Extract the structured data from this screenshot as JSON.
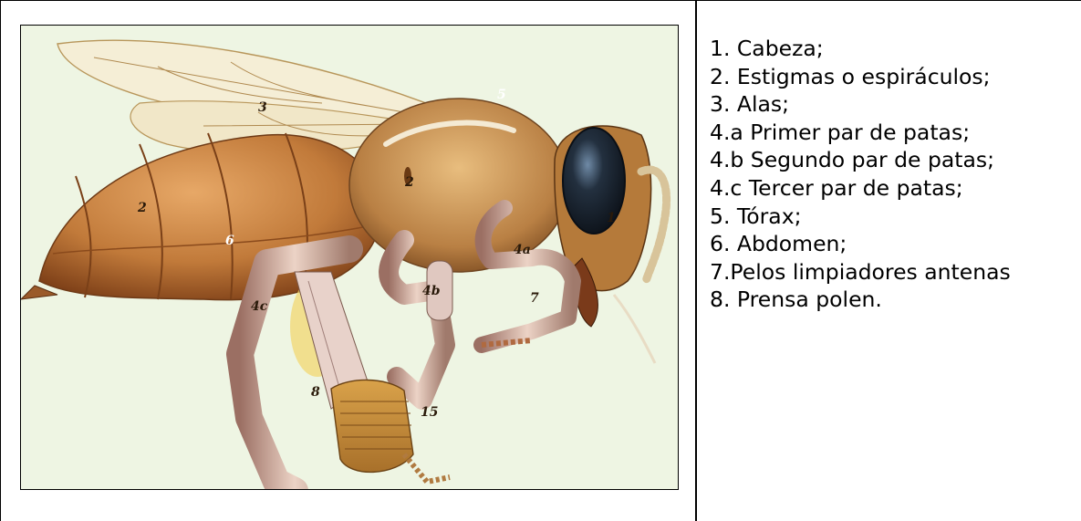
{
  "figure": {
    "callouts": {
      "c1": "1",
      "c2a": "2",
      "c2b": "2",
      "c3": "3",
      "c4a": "4a",
      "c4b": "4b",
      "c4c": "4c",
      "c5": "5",
      "c6": "6",
      "c7": "7",
      "c8": "8",
      "c15": "15"
    }
  },
  "legend": {
    "items": [
      "1. Cabeza;",
      "2. Estigmas o espiráculos;",
      "3. Alas;",
      "4.a Primer par de patas;",
      "4.b Segundo par de patas;",
      "4.c Tercer par de patas;",
      "5. Tórax;",
      "6. Abdomen;",
      "7.Pelos limpiadores antenas",
      "8. Prensa polen."
    ]
  },
  "colors": {
    "background": "#eef5e3",
    "body_amber": "#c8843f",
    "body_dark": "#8a4a1c",
    "thorax_fur": "#c99a5c",
    "eye": "#1a2230",
    "leg_pale": "#d9b8a8",
    "wing": "#f4ecd2",
    "pollen": "#f2d56a"
  }
}
